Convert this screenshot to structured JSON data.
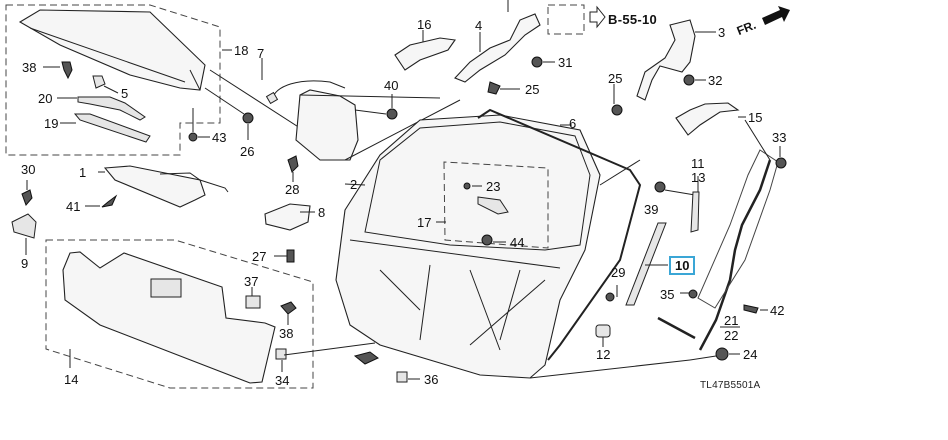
{
  "diagram": {
    "title_code": "TL47B5501A",
    "reference": "B-55-10",
    "direction_label": "FR.",
    "highlight_color": "#3aa6d6",
    "highlighted_part": "10",
    "labels": {
      "p1": "1",
      "p2": "2",
      "p3": "3",
      "p4": "4",
      "p5": "5",
      "p6": "6",
      "p7": "7",
      "p8": "8",
      "p9": "9",
      "p10": "10",
      "p11": "11",
      "p12": "12",
      "p13": "13",
      "p14": "14",
      "p15": "15",
      "p16": "16",
      "p17": "17",
      "p18": "18",
      "p19": "19",
      "p20": "20",
      "p21": "21",
      "p22": "22",
      "p23": "23",
      "p24": "24",
      "p25a": "25",
      "p25b": "25",
      "p26": "26",
      "p27": "27",
      "p28": "28",
      "p29": "29",
      "p30": "30",
      "p31": "31",
      "p32": "32",
      "p33": "33",
      "p34": "34",
      "p35": "35",
      "p36": "36",
      "p37": "37",
      "p38a": "38",
      "p38b": "38",
      "p39": "39",
      "p40": "40",
      "p41": "41",
      "p42": "42",
      "p43": "43",
      "p44": "44"
    }
  }
}
